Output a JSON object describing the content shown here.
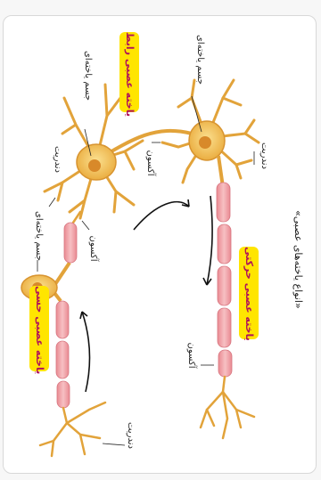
{
  "figure": {
    "caption": "«انواع یاخته‌های عصبی»",
    "colors": {
      "badge_bg": "#ffe500",
      "badge_text": "#b0125a",
      "myelin": "#f2a3a8",
      "neuron": "#f3c56a"
    }
  },
  "interneuron": {
    "title": "یاخته عصبی رابط",
    "cell_body_label": "جسم یاخته‌ای",
    "dendrite_label": "دندریت",
    "axon_label": "آکسون"
  },
  "sensory": {
    "title": "یاخته عصبی حسی",
    "cell_body_label": "جسم یاخته‌ای",
    "dendrite_label": "دندریت",
    "axon_label": "آکسون"
  },
  "motor": {
    "title": "یاخته عصبی حرکتی",
    "cell_body_label": "جسم یاخته‌ای",
    "dendrite_label": "دندریت",
    "axon_label": "آکسون"
  }
}
